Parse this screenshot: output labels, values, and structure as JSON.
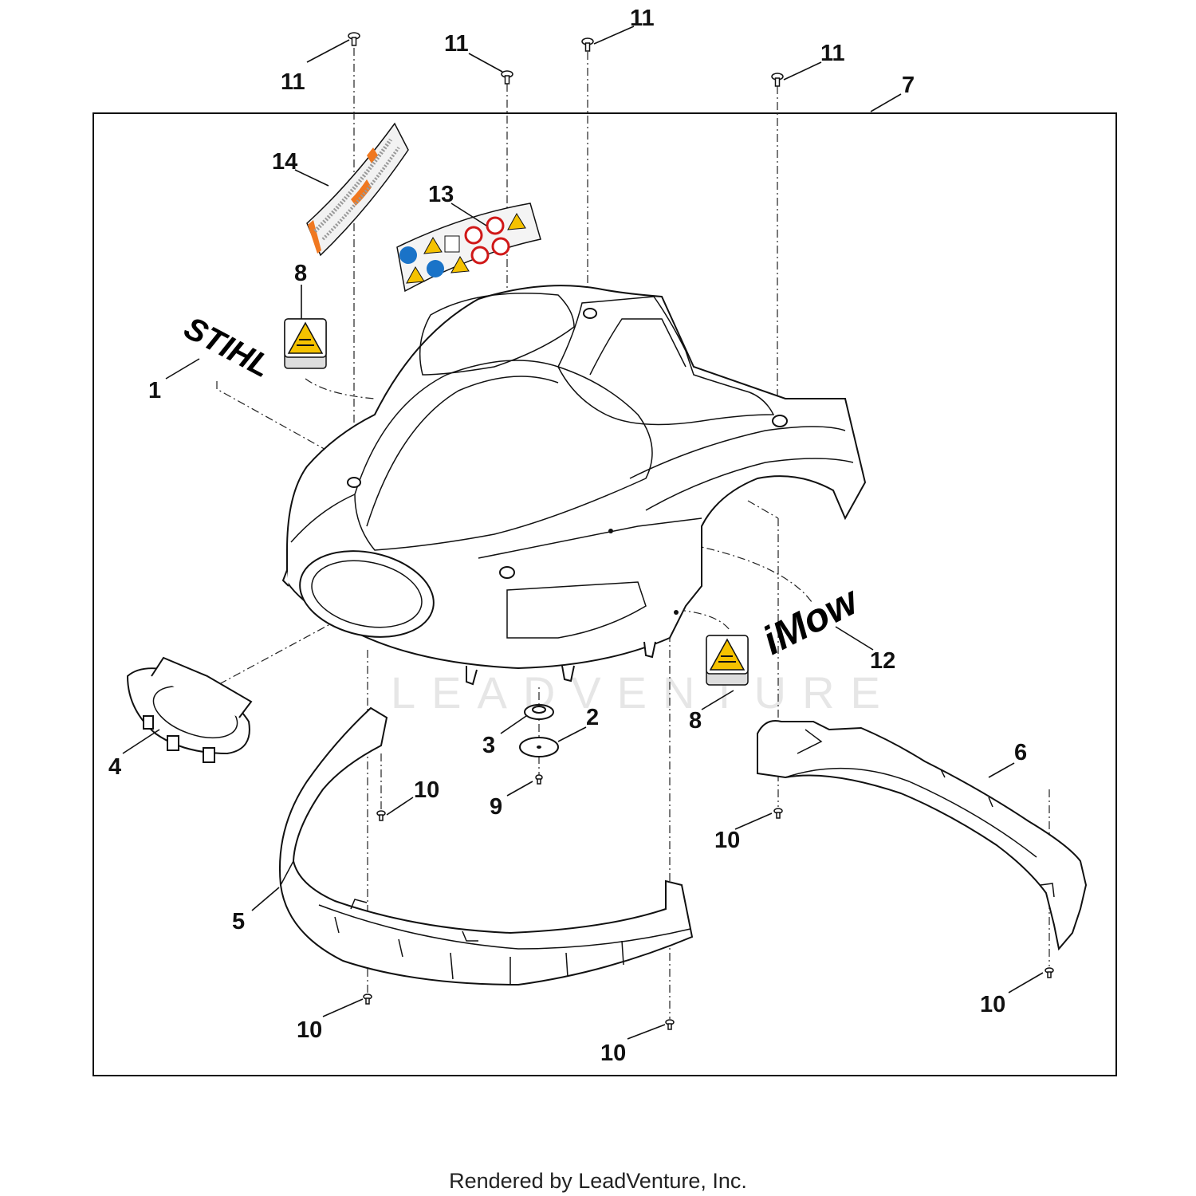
{
  "diagram": {
    "callouts": {
      "c1": "1",
      "c2": "2",
      "c3": "3",
      "c4": "4",
      "c5": "5",
      "c6": "6",
      "c7": "7",
      "c8a": "8",
      "c8b": "8",
      "c9": "9",
      "c10a": "10",
      "c10b": "10",
      "c10c": "10",
      "c10d": "10",
      "c10e": "10",
      "c11a": "11",
      "c11b": "11",
      "c11c": "11",
      "c11d": "11",
      "c12": "12",
      "c13": "13",
      "c14": "14"
    },
    "decal_stihl": "STIHL",
    "decal_imow": "iMow",
    "watermark": "LEADVENTURE",
    "footer": "Rendered by LeadVenture, Inc."
  }
}
